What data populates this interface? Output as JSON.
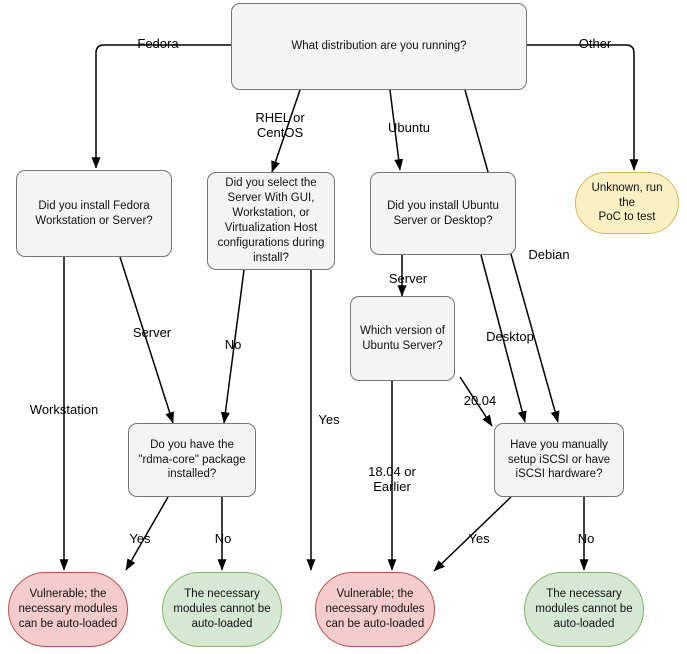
{
  "diagram": {
    "title": "Linux distribution iSCSI/rdma module auto-load decision flowchart",
    "colors": {
      "decision_fill": "#f4f4f4",
      "decision_stroke": "#757575",
      "yellow_fill": "#fbefc4",
      "yellow_stroke": "#d6b656",
      "red_fill": "#f4cccc",
      "red_stroke": "#b85450",
      "green_fill": "#d5e8d4",
      "green_stroke": "#82b366",
      "edge_stroke": "#000000"
    },
    "nodes": [
      {
        "id": "q_distro",
        "kind": "decision",
        "text": "What distribution are you running?"
      },
      {
        "id": "q_fedora",
        "kind": "decision",
        "text": "Did you install Fedora\nWorkstation or Server?"
      },
      {
        "id": "q_rhel",
        "kind": "decision",
        "text": "Did you select the\nServer With GUI,\nWorkstation, or\nVirtualization Host\nconfigurations during\ninstall?"
      },
      {
        "id": "q_ubuntu",
        "kind": "decision",
        "text": "Did you install Ubuntu\nServer or Desktop?"
      },
      {
        "id": "r_unknown",
        "kind": "term-yellow",
        "text": "Unknown, run the\nPoC to test"
      },
      {
        "id": "q_ubuntu_ver",
        "kind": "decision",
        "text": "Which version of\nUbuntu Server?"
      },
      {
        "id": "q_rdma",
        "kind": "decision",
        "text": "Do you have the\n\"rdma-core\" package\ninstalled?"
      },
      {
        "id": "q_iscsi",
        "kind": "decision",
        "text": "Have you manually\nsetup iSCSI or have\niSCSI hardware?"
      },
      {
        "id": "r_vuln_1",
        "kind": "term-red",
        "text": "Vulnerable; the\nnecessary modules\ncan be auto-loaded"
      },
      {
        "id": "r_safe_1",
        "kind": "term-green",
        "text": "The necessary\nmodules cannot be\nauto-loaded"
      },
      {
        "id": "r_vuln_2",
        "kind": "term-red",
        "text": "Vulnerable; the\nnecessary modules\ncan be auto-loaded"
      },
      {
        "id": "r_safe_2",
        "kind": "term-green",
        "text": "The necessary\nmodules cannot be\nauto-loaded"
      }
    ],
    "edge_labels": [
      {
        "id": "lbl_fedora",
        "text": "Fedora"
      },
      {
        "id": "lbl_rhel",
        "text": "RHEL or\nCentOS"
      },
      {
        "id": "lbl_ubuntu",
        "text": "Ubuntu"
      },
      {
        "id": "lbl_debian",
        "text": "Debian"
      },
      {
        "id": "lbl_other",
        "text": "Other"
      },
      {
        "id": "lbl_server_fed",
        "text": "Server"
      },
      {
        "id": "lbl_workstation",
        "text": "Workstation"
      },
      {
        "id": "lbl_no_rhel",
        "text": "No"
      },
      {
        "id": "lbl_yes_rhel",
        "text": "Yes"
      },
      {
        "id": "lbl_server_ubu",
        "text": "Server"
      },
      {
        "id": "lbl_desktop",
        "text": "Desktop"
      },
      {
        "id": "lbl_2004",
        "text": "20.04"
      },
      {
        "id": "lbl_1804",
        "text": "18.04 or\nEarlier"
      },
      {
        "id": "lbl_yes_rdma",
        "text": "Yes"
      },
      {
        "id": "lbl_no_rdma",
        "text": "No"
      },
      {
        "id": "lbl_yes_iscsi",
        "text": "Yes"
      },
      {
        "id": "lbl_no_iscsi",
        "text": "No"
      }
    ]
  }
}
